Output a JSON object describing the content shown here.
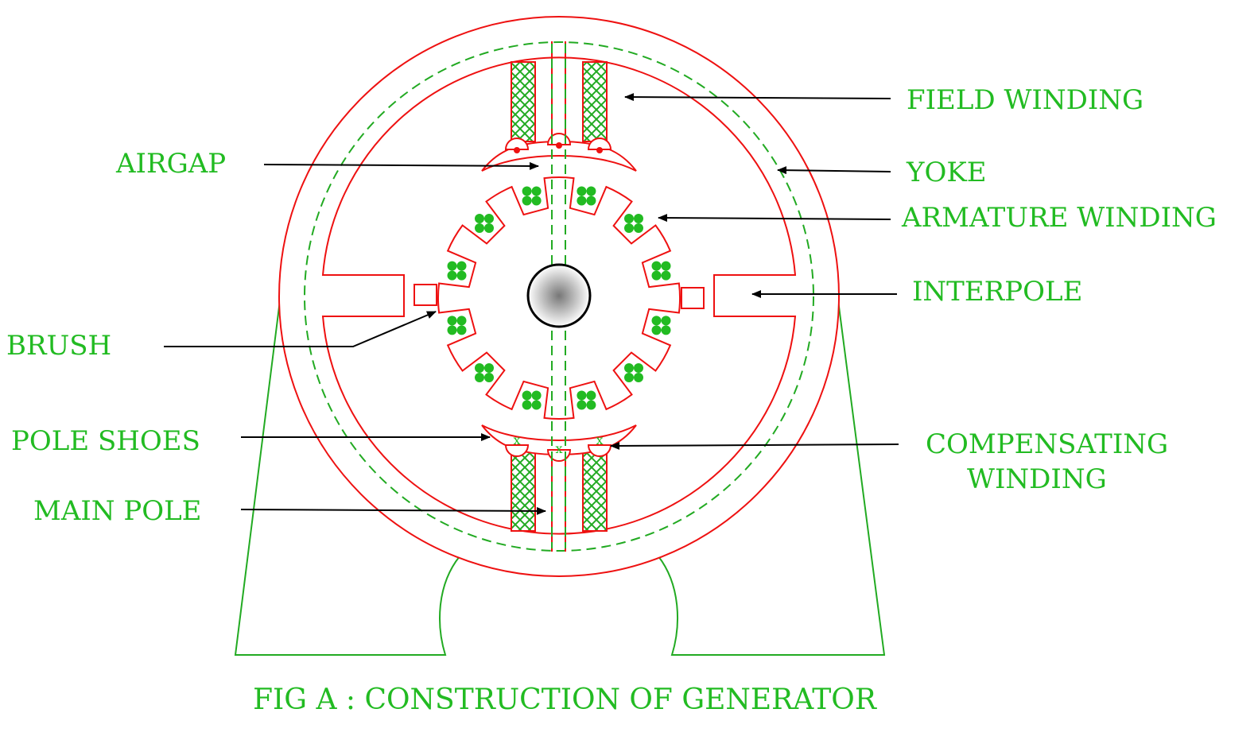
{
  "labels": {
    "field_winding": "FIELD WINDING",
    "yoke": "YOKE",
    "armature_winding": "ARMATURE WINDING",
    "interpole": "INTERPOLE",
    "compensating_1": "COMPENSATING",
    "compensating_2": "WINDING",
    "airgap": "AIRGAP",
    "brush": "BRUSH",
    "pole_shoes": "POLE SHOES",
    "main_pole": "MAIN POLE"
  },
  "caption": "FIG A : CONSTRUCTION OF GENERATOR",
  "compensating_marks": [
    "x",
    "x",
    "x"
  ],
  "colors": {
    "label": "#22bb22",
    "frame": "#22aa22",
    "machine": "#ee1111",
    "conductor": "#22bb22",
    "current_dot": "#ee1111",
    "leader": "#000000"
  }
}
